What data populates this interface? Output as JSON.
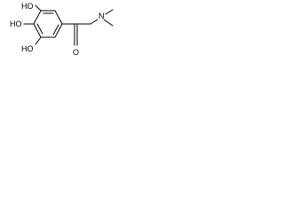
{
  "molecule": {
    "labels": {
      "oh_top": "HO",
      "oh_left": "HO",
      "oh_bottom": "HO",
      "carbonyl_o": "O",
      "amine_n": "N"
    },
    "colors": {
      "bond": "#000000",
      "text": "#000000",
      "background": "#ffffff"
    }
  }
}
